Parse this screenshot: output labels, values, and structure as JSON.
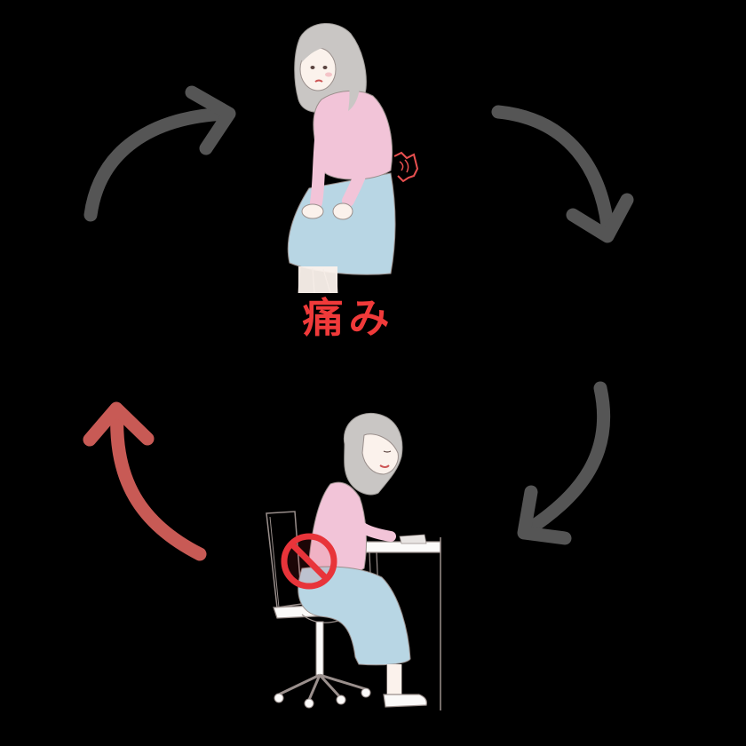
{
  "diagram": {
    "type": "cycle",
    "center_label": "痛み",
    "colors": {
      "background": "#000000",
      "label": "#f03a3a",
      "arrow_gray": "#555555",
      "arrow_red": "#c85a55",
      "prohibit_red": "#e8343a",
      "sweater_pink": "#f2c4d8",
      "skirt_blue": "#b8d6e4",
      "hair_gray": "#c9c6c4",
      "skin": "#fbf2ec",
      "line": "#9a8f8c"
    },
    "nodes": [
      {
        "id": "woman-back-pain-standing",
        "description": "Woman bending forward holding knees with lower back pain"
      },
      {
        "id": "woman-sitting-bad-posture",
        "description": "Woman sitting hunched at desk with prohibited sign on lower back"
      }
    ],
    "arrows": [
      {
        "id": "arrow-top-left",
        "color": "gray",
        "direction": "up-right"
      },
      {
        "id": "arrow-top-right",
        "color": "gray",
        "direction": "down"
      },
      {
        "id": "arrow-bottom-right",
        "color": "gray",
        "direction": "down-left"
      },
      {
        "id": "arrow-bottom-left",
        "color": "red",
        "direction": "up"
      }
    ]
  }
}
